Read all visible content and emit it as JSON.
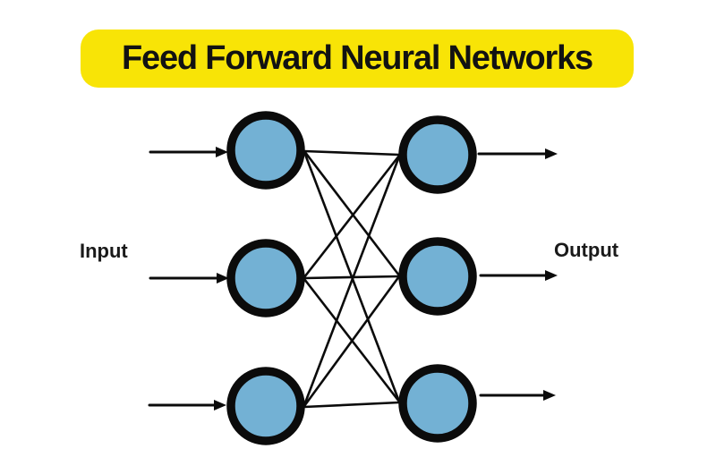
{
  "title": {
    "text": "Feed Forward Neural Networks"
  },
  "labels": {
    "input": "Input",
    "output": "Output"
  },
  "colors": {
    "banner_bg": "#F8E406",
    "title_text": "#121212",
    "node_fill": "#73B1D4",
    "outline": "#0B0B0B",
    "background": "#FFFFFF"
  },
  "network": {
    "type": "feed-forward fully-connected",
    "input_layer": {
      "neuron_count": 3
    },
    "output_layer": {
      "neuron_count": 3
    },
    "edge_count": 9,
    "input_arrow_count": 3,
    "output_arrow_count": 3
  }
}
